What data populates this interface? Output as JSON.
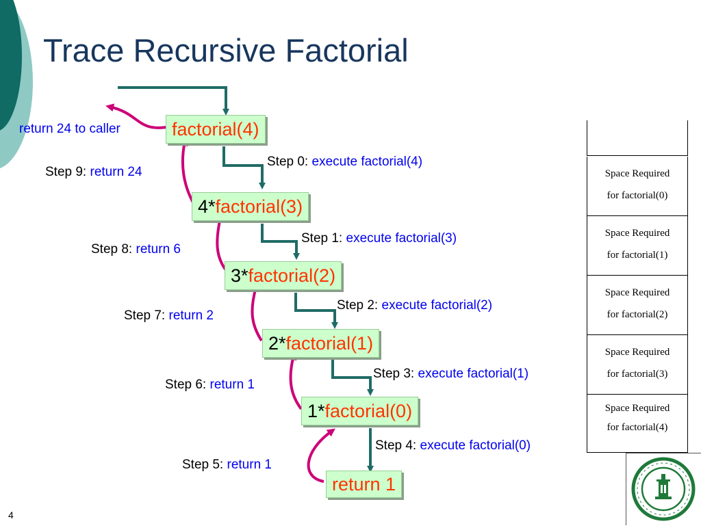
{
  "slide": {
    "title": "Trace Recursive Factorial",
    "page_number": "4"
  },
  "caller_label": "return 24 to caller",
  "boxes": [
    {
      "prefix": "",
      "call": "factorial(4)"
    },
    {
      "prefix": "4*",
      "call": "factorial(3)"
    },
    {
      "prefix": "3*",
      "call": "factorial(2)"
    },
    {
      "prefix": "2*",
      "call": "factorial(1)"
    },
    {
      "prefix": "1*",
      "call": "factorial(0)"
    },
    {
      "prefix": "",
      "call": "return 1"
    }
  ],
  "steps_execute": [
    {
      "step": "Step 0:",
      "action": "execute factorial(4)"
    },
    {
      "step": "Step 1:",
      "action": "execute factorial(3)"
    },
    {
      "step": "Step 2:",
      "action": "execute factorial(2)"
    },
    {
      "step": "Step 3:",
      "action": "execute factorial(1)"
    },
    {
      "step": "Step 4:",
      "action": "execute factorial(0)"
    }
  ],
  "steps_return": [
    {
      "step": "Step 5:",
      "action": "return 1"
    },
    {
      "step": "Step 6:",
      "action": "return 1"
    },
    {
      "step": "Step 7:",
      "action": "return 2"
    },
    {
      "step": "Step 8:",
      "action": "return 6"
    },
    {
      "step": "Step 9:",
      "action": "return 24"
    }
  ],
  "stack": [
    {
      "line1": "Space  Required",
      "line2": "for factorial(0)"
    },
    {
      "line1": "Space  Required",
      "line2": "for factorial(1)"
    },
    {
      "line1": "Space  Required",
      "line2": "for factorial(2)"
    },
    {
      "line1": "Space  Required",
      "line2": "for factorial(3)"
    },
    {
      "line1": "Space  Required",
      "line2": "for factorial(4)"
    }
  ],
  "colors": {
    "title": "#17365d",
    "box_fill": "#ccffcc",
    "call_arrow": "#1f6b66",
    "return_arrow": "#cc0077",
    "highlight_text": "#ff3300",
    "step_text": "#0000ee"
  },
  "icons": {
    "seal": "sun-yat-sen-university-seal"
  }
}
